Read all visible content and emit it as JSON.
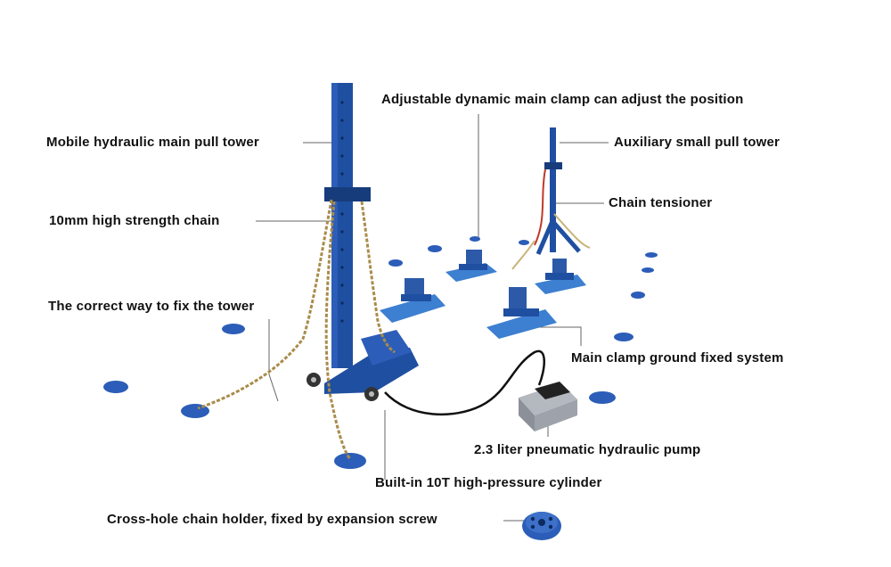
{
  "labels": {
    "adjustable_clamp": "Adjustable dynamic main clamp can adjust the position",
    "main_tower": "Mobile hydraulic main pull tower",
    "aux_tower": "Auxiliary small pull tower",
    "chain_tensioner": "Chain tensioner",
    "chain": "10mm high strength chain",
    "fix_tower": "The correct way to fix the tower",
    "ground_system": "Main clamp ground fixed system",
    "pump": "2.3 liter pneumatic hydraulic pump",
    "cylinder": "Built-in 10T high-pressure cylinder",
    "chain_holder": "Cross-hole chain holder, fixed by expansion screw"
  },
  "colors": {
    "tower_blue": "#1f4fa0",
    "tower_dark": "#173c7c",
    "clamp_blue": "#3d7fd0",
    "chain": "#a98c4a",
    "pump_gray": "#8c9099",
    "leader_line": "#666666",
    "text": "#111111"
  }
}
